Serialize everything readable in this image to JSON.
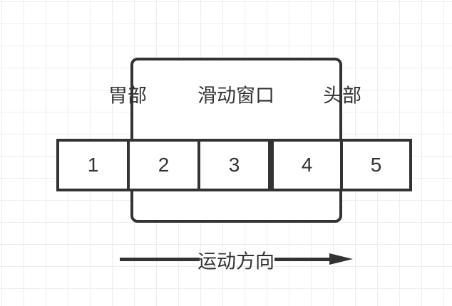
{
  "diagram": {
    "sliding_window": {
      "tail_label": "胃部",
      "title": "滑动窗口",
      "head_label": "头部"
    },
    "cells": [
      "1",
      "2",
      "3",
      "4",
      "5"
    ],
    "motion": {
      "label": "运动方向",
      "direction": "right"
    },
    "colors": {
      "stroke": "#333333",
      "shape_fill": "#ffffff",
      "grid_line": "#ededed",
      "background": "#ffffff"
    }
  }
}
